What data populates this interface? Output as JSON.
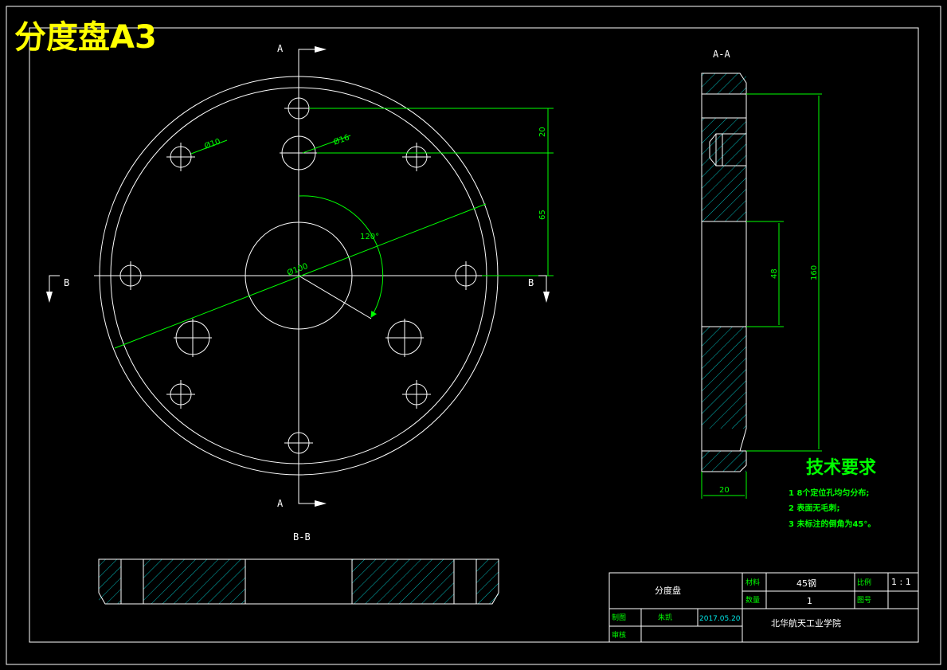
{
  "drawing_title": "分度盘A3",
  "views": {
    "section_aa": "A-A",
    "section_bb": "B-B",
    "cut_a": "A",
    "cut_b": "B"
  },
  "dimensions": {
    "small_hole_dia": "Ø10",
    "large_hole_dia": "Ø16",
    "center_bore_dia": "Ø100",
    "angle": "120°",
    "d20": "20",
    "d65": "65",
    "d48": "48",
    "d160": "160",
    "thickness": "20"
  },
  "requirements": {
    "heading": "技术要求",
    "items": [
      "1 8个定位孔均匀分布;",
      "2 表面无毛刺;",
      "3 未标注的倒角为45°。"
    ]
  },
  "title_block": {
    "part_name": "分度盘",
    "material_label": "材料",
    "material_value": "45钢",
    "scale_label": "比例",
    "scale_value": "1 : 1",
    "quantity_label": "数量",
    "quantity_value": "1",
    "drawing_no_label": "图号",
    "drawn_label": "制图",
    "drawn_name": "朱凯",
    "date": "2017.05.20",
    "checked_label": "审核",
    "school": "北华航天工业学院"
  }
}
